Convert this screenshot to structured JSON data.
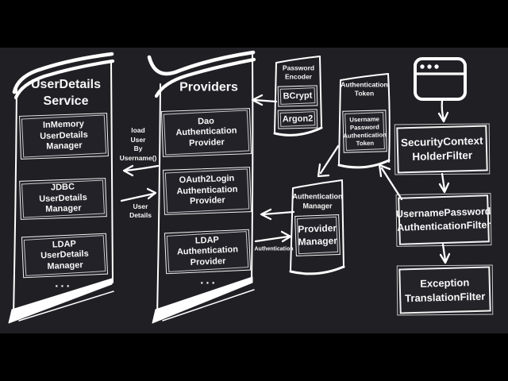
{
  "meta": {
    "kind": "hand-drawn architecture diagram (video frame, letterboxed)",
    "colors": {
      "background": "#201f24",
      "letterbox": "#000000",
      "ink": "#ffffff"
    }
  },
  "panels": {
    "user_details_service": {
      "title": "UserDetails\nService",
      "items": [
        "InMemory\nUserDetails\nManager",
        "JDBC\nUserDetails\nManager",
        "LDAP\nUserDetails\nManager"
      ],
      "ellipsis": "..."
    },
    "providers": {
      "title": "Providers",
      "items": [
        "Dao\nAuthentication\nProvider",
        "OAuth2Login\nAuthentication\nProvider",
        "LDAP\nAuthentication\nProvider"
      ],
      "ellipsis": "..."
    },
    "password_encoder": {
      "title": "Password\nEncoder",
      "items": [
        "BCrypt",
        "Argon2"
      ]
    },
    "authentication_token": {
      "title": "Authentication\nToken",
      "items": [
        "Username\nPassword\nAuthentication\nToken"
      ]
    },
    "authentication_manager": {
      "title": "Authentication\nManager",
      "items": [
        "Provider\nManager"
      ]
    }
  },
  "filters": {
    "security_context_holder": "SecurityContext\nHolderFilter",
    "username_password_authentication": "UsernamePassword\nAuthenticationFilter",
    "exception_translation": "Exception\nTranslationFilter"
  },
  "labels": {
    "load_user": "load\nUser\nBy\nUsername()",
    "user_details": "User\nDetails",
    "authentication": "Authentication"
  },
  "icons": {
    "browser": "browser-window-icon"
  },
  "connections": [
    {
      "from": "browser",
      "to": "SecurityContextHolderFilter"
    },
    {
      "from": "SecurityContextHolderFilter",
      "to": "UsernamePasswordAuthenticationFilter"
    },
    {
      "from": "UsernamePasswordAuthenticationFilter",
      "to": "ExceptionTranslationFilter"
    },
    {
      "from": "UsernamePasswordAuthenticationFilter",
      "to": "AuthenticationToken"
    },
    {
      "from": "AuthenticationToken",
      "to": "AuthenticationManager"
    },
    {
      "from": "AuthenticationManager",
      "to": "Providers"
    },
    {
      "from": "Providers",
      "to": "ProviderManager",
      "label": "Authentication"
    },
    {
      "from": "PasswordEncoder",
      "to": "Providers"
    },
    {
      "from": "Providers",
      "to": "UserDetailsService",
      "label": "load User By Username()"
    },
    {
      "from": "UserDetailsService",
      "to": "Providers",
      "label": "User Details"
    }
  ]
}
